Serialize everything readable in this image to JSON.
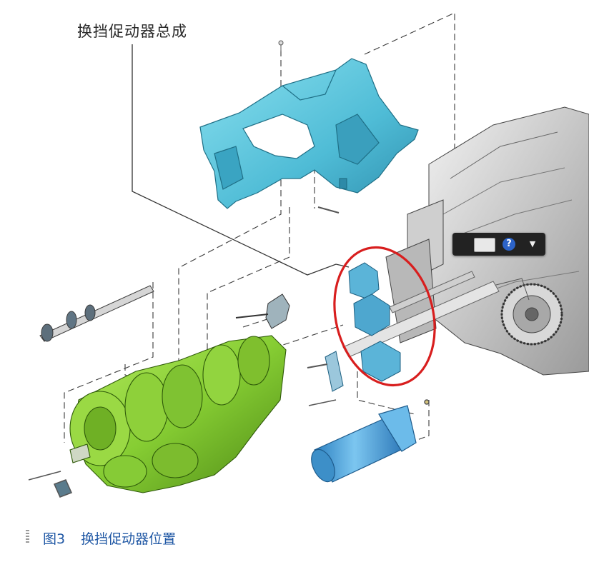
{
  "callout": {
    "label": "换挡促动器总成"
  },
  "caption": {
    "figure_number": "图3",
    "title": "换挡促动器位置"
  },
  "toolbar": {
    "help_symbol": "?",
    "more_symbol": "▼"
  },
  "colors": {
    "cover": "#5ec8de",
    "gears": "#8ed43c",
    "actuator": "#5bb4d8",
    "cylinder": "#4ea7dd",
    "highlight_ring": "#d81e1e",
    "caption_text": "#1f57a4"
  }
}
